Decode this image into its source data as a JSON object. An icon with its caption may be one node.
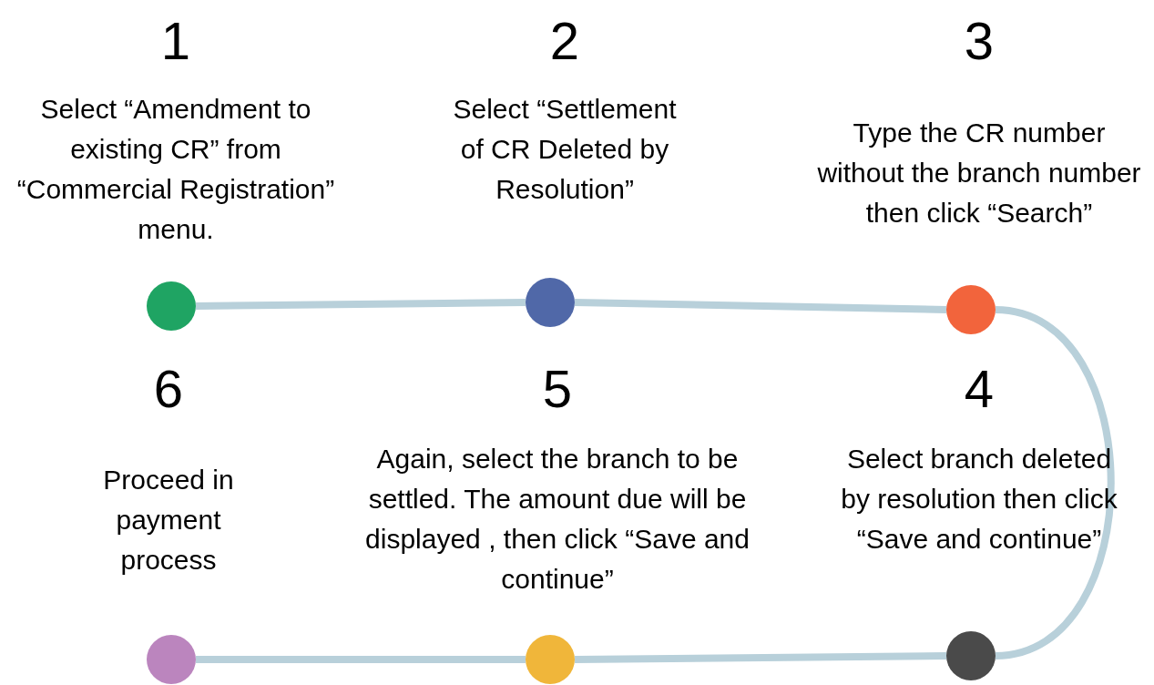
{
  "diagram": {
    "nodes": [
      {
        "text": [],
        "shape": "circle",
        "beside": [
          "1",
          "Select “Amendment to existing CR” from “Commercial Registration” menu."
        ]
      },
      {
        "text": [],
        "shape": "circle",
        "beside": [
          "2",
          "Select “Settlement of CR Deleted by Resolution”"
        ]
      },
      {
        "text": [],
        "shape": "circle",
        "beside": [
          "3",
          "Type the CR number without the branch number then click “Search”"
        ]
      },
      {
        "text": [],
        "shape": "circle",
        "beside": [
          "4",
          "Select branch deleted by resolution then click “Save and continue”"
        ]
      },
      {
        "text": [],
        "shape": "circle",
        "beside": [
          "5",
          "Again, select the branch to be settled. The amount due will be displayed , then click “Save and continue”"
        ]
      },
      {
        "text": [],
        "shape": "circle",
        "beside": [
          "6",
          "Proceed in payment process"
        ]
      }
    ],
    "edges": [
      {
        "from": 0,
        "to": 1,
        "arrow": "none"
      },
      {
        "from": 1,
        "to": 2,
        "arrow": "none"
      },
      {
        "from": 2,
        "to": 3,
        "arrow": "none"
      },
      {
        "from": 3,
        "to": 4,
        "arrow": "none"
      },
      {
        "from": 4,
        "to": 5,
        "arrow": "none"
      }
    ]
  }
}
